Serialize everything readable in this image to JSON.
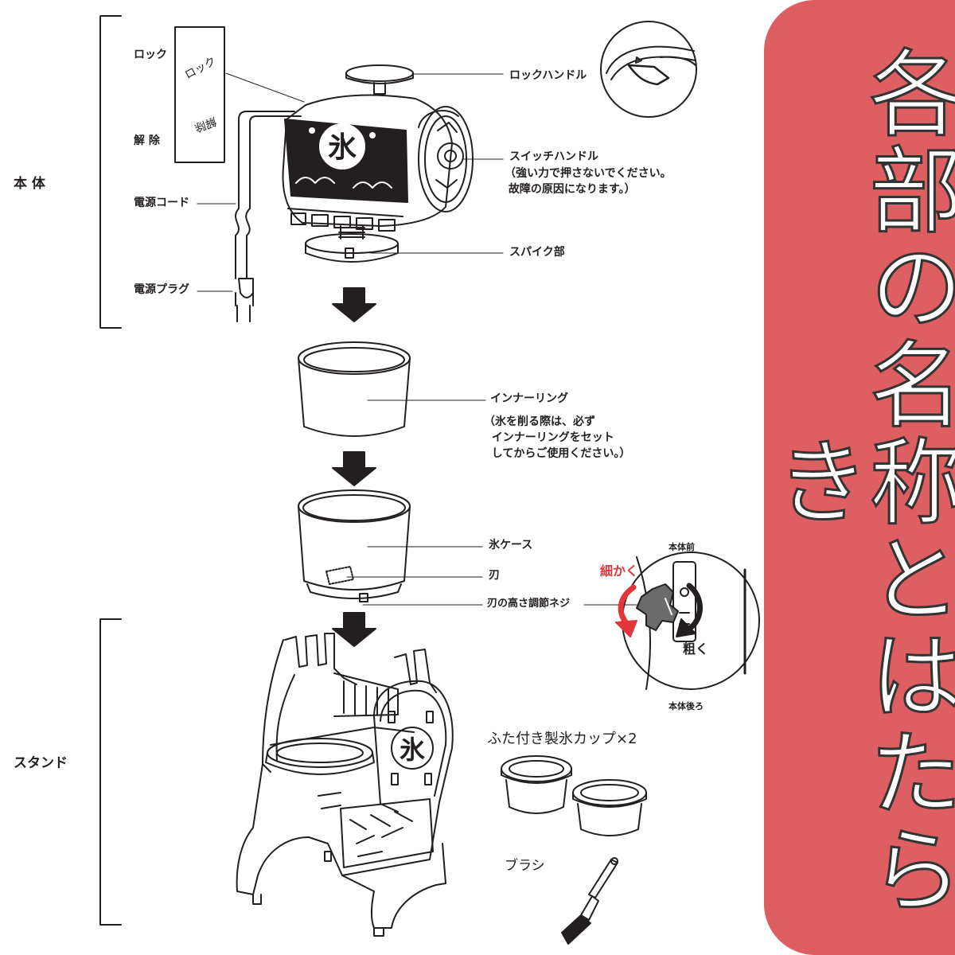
{
  "title": "各部の名称とはたらき",
  "colors": {
    "panel": "#dd5f62",
    "ink": "#231f20",
    "accent": "#e2363a"
  },
  "sections": {
    "body": "本 体",
    "stand": "スタンド"
  },
  "labels": {
    "lock": "ロック",
    "unlock": "解 除",
    "lock_plate_lock": "ロック",
    "lock_plate_unlock": "解除",
    "lock_handle": "ロックハンドル",
    "switch_handle": "スイッチハンドル",
    "switch_note": "（強い力で押さないでください。\n 故障の原因になります。）",
    "power_cord": "電源コード",
    "spike": "スパイク部",
    "power_plug": "電源プラグ",
    "inner_ring": "インナーリング",
    "inner_ring_note": "（氷を削る際は、必ず\n  インナーリングをセット\n  してからご使用ください。）",
    "ice_case": "氷ケース",
    "blade": "刃",
    "blade_adjust": "刃の高さ調節ネジ",
    "front": "本体前",
    "back": "本体後ろ",
    "fine": "細かく",
    "coarse": "粗く",
    "cups": "ふた付き製氷カップ×2",
    "brush": "ブラシ",
    "ice_kanji": "氷"
  }
}
